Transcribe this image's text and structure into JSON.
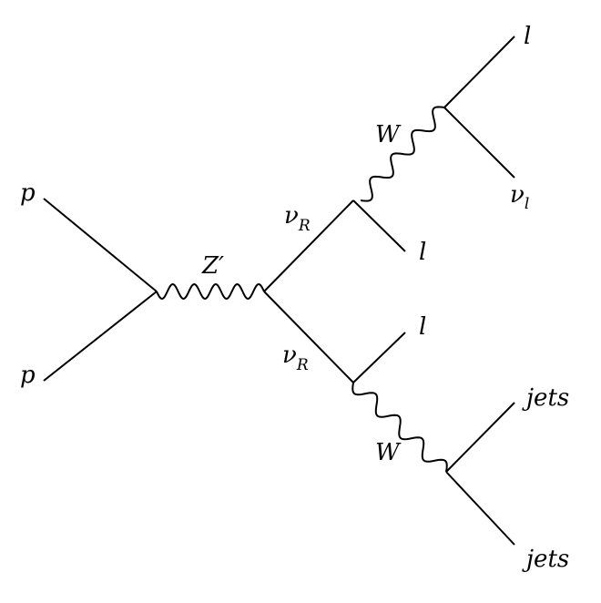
{
  "diagram": {
    "particles": {
      "proton_top": "p",
      "proton_bottom": "p",
      "zprime": "Z′",
      "nu_top_main": "ν",
      "nu_top_sub": "R",
      "nu_bottom_main": "ν",
      "nu_bottom_sub": "R",
      "w_top": "W",
      "w_bottom": "W",
      "lepton_mid_top": "l",
      "lepton_mid_bottom": "l",
      "lepton_top_right": "l",
      "nu_l_main": "ν",
      "nu_l_sub": "l",
      "jets_top": "jets",
      "jets_bottom": "jets"
    }
  }
}
